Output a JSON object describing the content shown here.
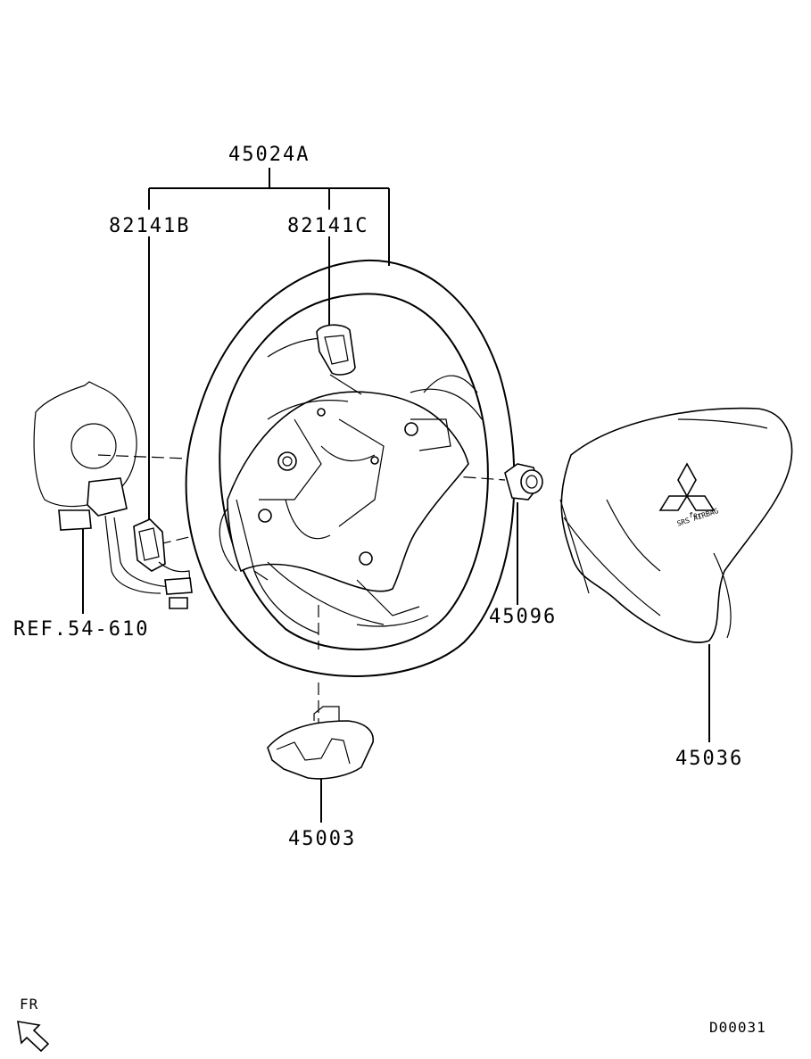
{
  "labels": {
    "assembly": "45024A",
    "switch_left": "82141B",
    "switch_right": "82141C",
    "clock_spring_ref": "REF.54-610",
    "nut": "45096",
    "airbag_module": "45036",
    "lower_cover": "45003",
    "direction": "FR",
    "diagram_code": "D00031"
  },
  "airbag_text": {
    "line1": "for",
    "line2": "SRS AIRBAG"
  }
}
